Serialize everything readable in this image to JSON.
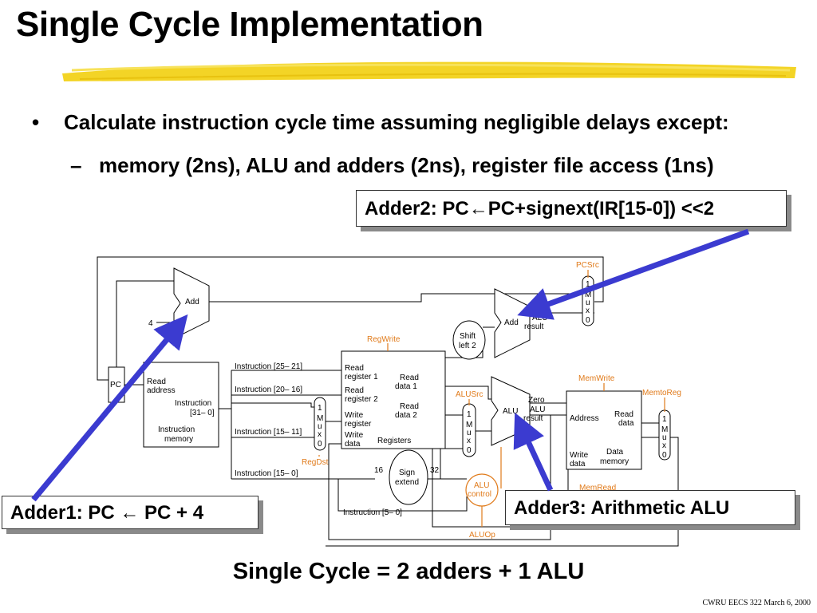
{
  "slide": {
    "title": "Single Cycle Implementation",
    "bullet1": "Calculate instruction cycle time assuming negligible delays except:",
    "bullet1_marker": "•",
    "bullet2": "memory (2ns), ALU and adders (2ns), register file access (1ns)",
    "bullet2_marker": "–",
    "summary": "Single Cycle = 2 adders + 1 ALU",
    "footer": "CWRU EECS 322 March 6, 2000"
  },
  "callouts": {
    "adder2": "Adder2: PC←PC+signext(IR[15-0]) <<2",
    "adder1": "Adder1: PC ← PC + 4",
    "adder3": "Adder3: Arithmetic ALU"
  },
  "datapath": {
    "add1": "Add",
    "const4": "4",
    "pc": "PC",
    "imem_read": "Read",
    "imem_address": "address",
    "imem_instr": "Instruction",
    "imem_bits": "[31– 0]",
    "imem_name1": "Instruction",
    "imem_name2": "memory",
    "instr_25_21": "Instruction [25– 21]",
    "instr_20_16": "Instruction [20– 16]",
    "instr_15_11": "Instruction [15– 11]",
    "instr_15_0": "Instruction [15– 0]",
    "instr_5_0": "Instruction [5– 0]",
    "reg_read1a": "Read",
    "reg_read1b": "register 1",
    "reg_read2a": "Read",
    "reg_read2b": "register 2",
    "reg_writea": "Write",
    "reg_writeb": "register",
    "reg_wdataa": "Write",
    "reg_wdatab": "data",
    "reg_rdata1a": "Read",
    "reg_rdata1b": "data 1",
    "reg_rdata2a": "Read",
    "reg_rdata2b": "data 2",
    "reg_name": "Registers",
    "regwrite": "RegWrite",
    "regdst": "RegDst",
    "shift1": "Shift",
    "shift2": "left 2",
    "add2": "Add",
    "add2_alu": "ALU",
    "add2_result": "result",
    "pcsrc": "PCSrc",
    "alusrc": "ALUSrc",
    "alu": "ALU",
    "alu_zero": "Zero",
    "alu_alu": "ALU",
    "alu_result": "result",
    "sign1": "Sign",
    "sign2": "extend",
    "bits16": "16",
    "bits32": "32",
    "aluctl1": "ALU",
    "aluctl2": "control",
    "aluop": "ALUOp",
    "memwrite": "MemWrite",
    "memread": "MemRead",
    "memtoreg": "MemtoReg",
    "dmem_address": "Address",
    "dmem_reada": "Read",
    "dmem_readb": "data",
    "dmem_writea": "Write",
    "dmem_writeb": "data",
    "dmem_name1": "Data",
    "dmem_name2": "memory",
    "mux_1": "1",
    "mux_m": "M",
    "mux_u": "u",
    "mux_x": "x",
    "mux_0": "0"
  },
  "colors": {
    "control": "#e07a1a",
    "arrow": "#3b3bd0",
    "brush": "#f2d21a"
  }
}
